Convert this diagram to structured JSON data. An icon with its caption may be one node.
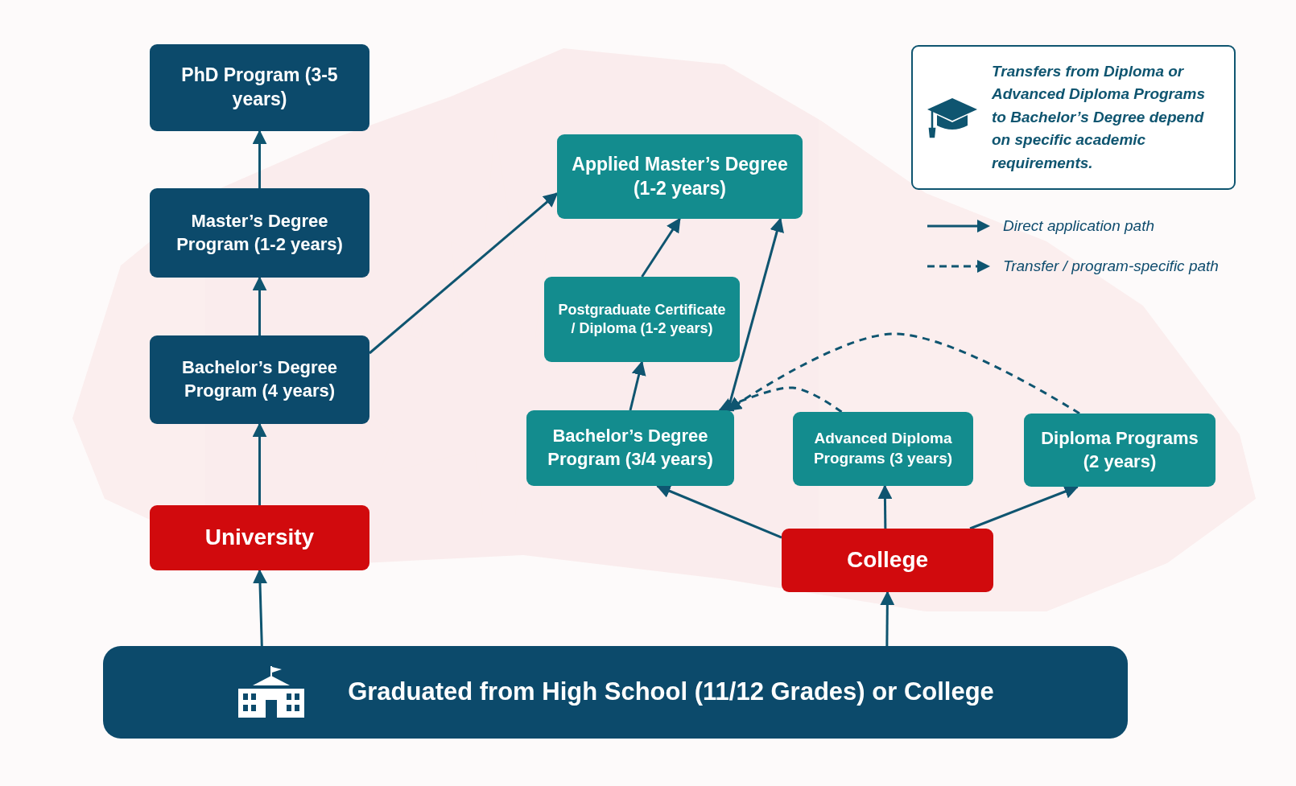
{
  "diagram": {
    "nodes": [
      {
        "text": [
          "PhD Program (3-5 years)"
        ]
      },
      {
        "text": [
          "Master’s Degree Program (1-2 years)"
        ]
      },
      {
        "text": [
          "Bachelor’s Degree Program (4 years)"
        ]
      },
      {
        "text": [
          "University"
        ]
      },
      {
        "text": [
          "Applied Master’s Degree (1-2 years)"
        ]
      },
      {
        "text": [
          "Postgraduate Certificate / Diploma (1-2 years)"
        ]
      },
      {
        "text": [
          "Bachelor’s Degree Program (3/4 years)"
        ]
      },
      {
        "text": [
          "Advanced Diploma Programs (3 years)"
        ]
      },
      {
        "text": [
          "Diploma Programs (2 years)"
        ]
      },
      {
        "text": [
          "College"
        ]
      },
      {
        "text": [
          "Graduated from High School (11/12 Grades) or College"
        ]
      },
      {
        "text": [
          "Transfers from Diploma or Advanced Diploma Programs to Bachelor’s Degree depend on specific academic requirements."
        ]
      }
    ],
    "edges": [
      {
        "from": 10,
        "to": 3,
        "arrow": "to"
      },
      {
        "from": 3,
        "to": 2,
        "arrow": "to"
      },
      {
        "from": 2,
        "to": 1,
        "arrow": "to"
      },
      {
        "from": 1,
        "to": 0,
        "arrow": "to"
      },
      {
        "from": 2,
        "to": 4,
        "arrow": "to"
      },
      {
        "from": 5,
        "to": 4,
        "arrow": "to"
      },
      {
        "from": 6,
        "to": 5,
        "arrow": "to"
      },
      {
        "from": 6,
        "to": 4,
        "arrow": "to"
      },
      {
        "from": 10,
        "to": 9,
        "arrow": "to"
      },
      {
        "from": 9,
        "to": 6,
        "arrow": "to"
      },
      {
        "from": 9,
        "to": 7,
        "arrow": "to"
      },
      {
        "from": 9,
        "to": 8,
        "arrow": "to"
      },
      {
        "from": 7,
        "to": 6,
        "arrow": "to",
        "style": "dashed"
      },
      {
        "from": 8,
        "to": 6,
        "arrow": "to",
        "style": "dashed"
      }
    ],
    "legend": [
      {
        "text": "Direct application path"
      },
      {
        "text": "Transfer / program-specific path"
      }
    ]
  }
}
